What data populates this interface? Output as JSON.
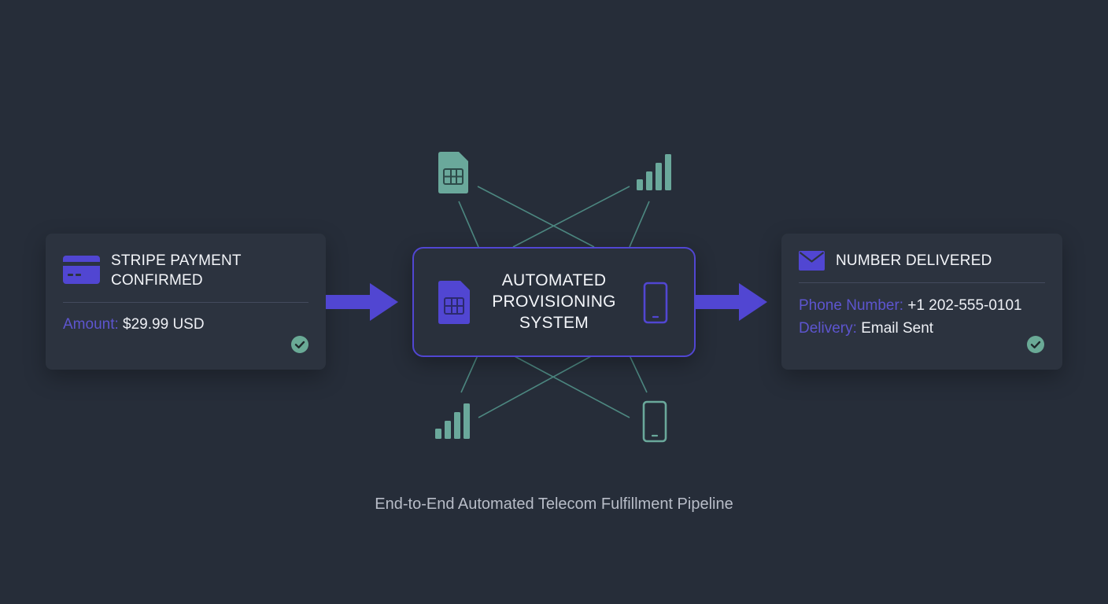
{
  "colors": {
    "background": "#262d39",
    "card": "#2c333f",
    "accent": "#5146d2",
    "teal": "#6aa89b",
    "success": "#6aaa96"
  },
  "payment_card": {
    "icon": "credit-card-icon",
    "title_line1": "STRIPE PAYMENT",
    "title_line2": "CONFIRMED",
    "amount_label": "Amount:",
    "amount_value": "$29.99 USD",
    "status_icon": "check-circle-icon"
  },
  "center": {
    "title_line1": "AUTOMATED",
    "title_line2": "PROVISIONING",
    "title_line3": "SYSTEM",
    "left_icon": "sim-card-icon",
    "right_icon": "smartphone-icon"
  },
  "satellites": [
    {
      "icon": "sim-card-icon"
    },
    {
      "icon": "signal-bars-icon"
    },
    {
      "icon": "signal-bars-icon"
    },
    {
      "icon": "smartphone-icon"
    }
  ],
  "delivery_card": {
    "icon": "envelope-icon",
    "title": "NUMBER DELIVERED",
    "phone_label": "Phone Number:",
    "phone_value": "+1 202-555-0101",
    "delivery_label": "Delivery:",
    "delivery_value": "Email Sent",
    "status_icon": "check-circle-icon"
  },
  "caption": "End-to-End Automated Telecom Fulfillment Pipeline"
}
